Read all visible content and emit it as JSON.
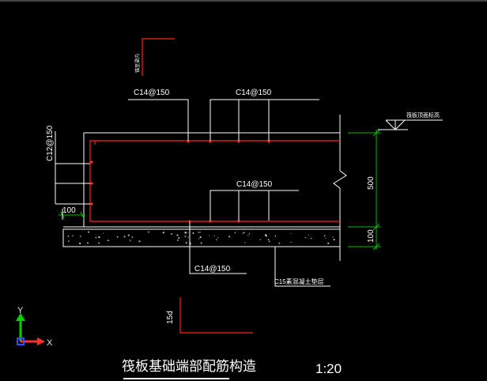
{
  "drawing": {
    "title": "筏板基础端部配筋构造",
    "scale": "1:20",
    "rebar_top": "C14@150",
    "rebar_middle": "C14@150",
    "rebar_bottom": "C14@150",
    "rebar_side": "C12@150",
    "top_vertical_note": "锚至梁内",
    "raft_top_elevation_note": "筏板顶面标高",
    "cushion_note": "C15素混凝土垫层",
    "dim_cover": "100",
    "dim_raft_thickness": "500",
    "dim_cushion_thickness": "100",
    "anchor_length": "15d"
  },
  "ucs": {
    "x_axis": "X",
    "y_axis": "Y"
  },
  "colors": {
    "background": "#000000",
    "lines": "#ffffff",
    "rebar": "#ff2020",
    "dimension": "#00c000",
    "points": "#ff3030"
  }
}
